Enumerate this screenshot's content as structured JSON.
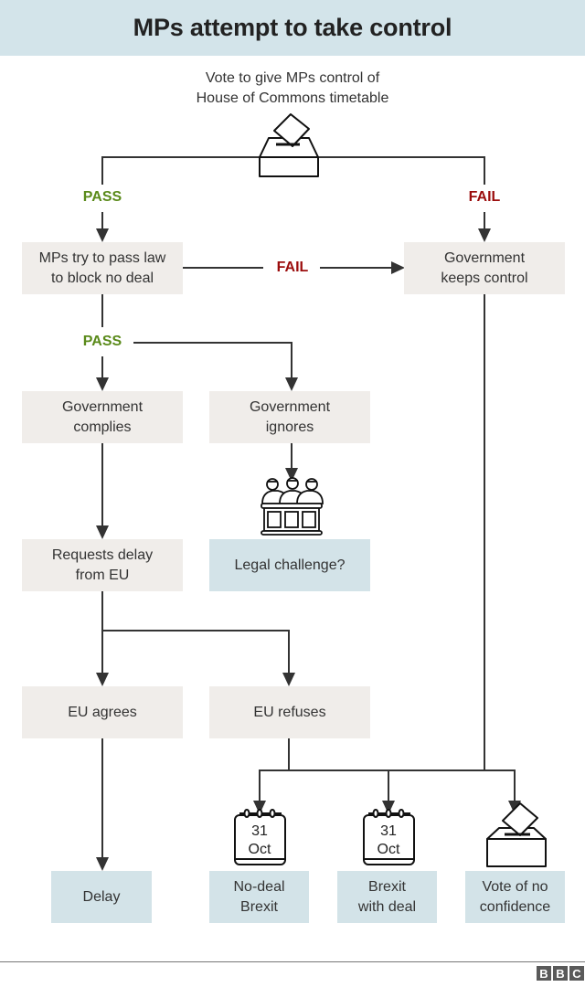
{
  "header": {
    "title": "MPs attempt to take control"
  },
  "intro": {
    "line1": "Vote to give MPs control of",
    "line2": "House of Commons timetable"
  },
  "labels": {
    "pass": "PASS",
    "fail": "FAIL"
  },
  "colors": {
    "header_bg": "#d3e4ea",
    "step_box": "#f0edea",
    "outcome_box": "#d3e3e8",
    "pass": "#5a8a1a",
    "fail": "#9b0d0d",
    "line": "#333333"
  },
  "nodes": {
    "mps_try": {
      "line1": "MPs try to pass law",
      "line2": "to block no deal"
    },
    "gov_keeps_control": {
      "line1": "Government",
      "line2": "keeps control"
    },
    "gov_complies": {
      "line1": "Government",
      "line2": "complies"
    },
    "gov_ignores": {
      "line1": "Government",
      "line2": "ignores"
    },
    "requests_delay": {
      "line1": "Requests delay",
      "line2": "from EU"
    },
    "legal_challenge": {
      "line1": "Legal challenge?"
    },
    "eu_agrees": {
      "line1": "EU agrees"
    },
    "eu_refuses": {
      "line1": "EU refuses"
    }
  },
  "outcomes": {
    "delay": {
      "line1": "Delay"
    },
    "no_deal": {
      "line1": "No-deal",
      "line2": "Brexit"
    },
    "with_deal": {
      "line1": "Brexit",
      "line2": "with deal"
    },
    "no_confidence": {
      "line1": "Vote of no",
      "line2": "confidence"
    }
  },
  "calendar": {
    "day": "31",
    "month": "Oct"
  },
  "icons": [
    "ballot-box-icon",
    "jury-icon",
    "calendar-icon",
    "calendar-icon",
    "ballot-box-icon"
  ],
  "footer": {
    "logo": [
      "B",
      "B",
      "C"
    ]
  }
}
